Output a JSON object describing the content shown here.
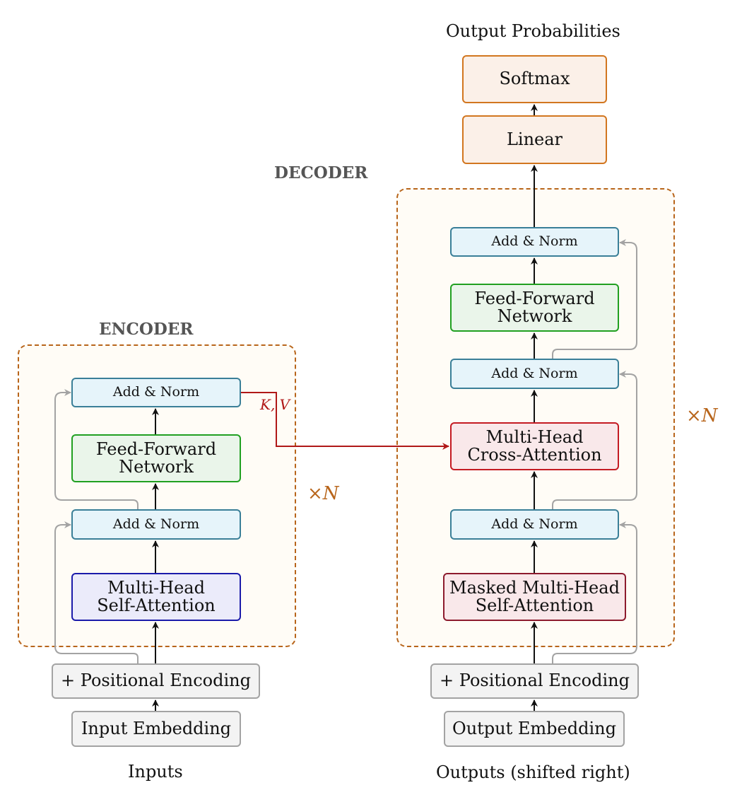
{
  "encoder": {
    "title": "ENCODER",
    "repeat_prefix": "×",
    "repeat_var": "N",
    "inputs_label": "Inputs",
    "input_embedding": "Input Embedding",
    "positional_encoding": "+ Positional Encoding",
    "self_attention": [
      "Multi-Head",
      "Self-Attention"
    ],
    "add_norm_1": "Add & Norm",
    "feed_forward": [
      "Feed-Forward",
      "Network"
    ],
    "add_norm_2": "Add & Norm",
    "kv_label": "K, V"
  },
  "decoder": {
    "title": "DECODER",
    "repeat_prefix": "×",
    "repeat_var": "N",
    "outputs_label": "Outputs (shifted right)",
    "output_embedding": "Output Embedding",
    "positional_encoding": "+ Positional Encoding",
    "masked_self_attention": [
      "Masked Multi-Head",
      "Self-Attention"
    ],
    "add_norm_1": "Add & Norm",
    "cross_attention": [
      "Multi-Head",
      "Cross-Attention"
    ],
    "add_norm_2": "Add & Norm",
    "feed_forward": [
      "Feed-Forward",
      "Network"
    ],
    "add_norm_3": "Add & Norm"
  },
  "head": {
    "linear": "Linear",
    "softmax": "Softmax",
    "output_label": "Output Probabilities"
  },
  "colors": {
    "stack_border": "#b8651b",
    "kv_arrow": "#b01818",
    "residual": "#a3a3a3",
    "arrow": "#111111"
  }
}
